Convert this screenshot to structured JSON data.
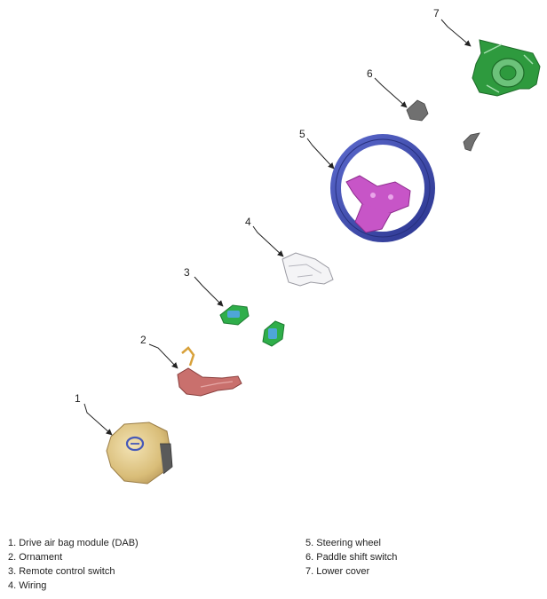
{
  "callouts": [
    "1",
    "2",
    "3",
    "4",
    "5",
    "6",
    "7"
  ],
  "legend": {
    "left": [
      "1. Drive air bag module (DAB)",
      "2. Ornament",
      "3. Remote control switch",
      "4. Wiring"
    ],
    "right": [
      "5. Steering wheel",
      "6. Paddle shift switch",
      "7. Lower cover"
    ]
  },
  "colors": {
    "airbag": "#e2cb8e",
    "ornament": "#c9706d",
    "remote_switch": "#2fae4a",
    "wiring": "#d8d8dc",
    "wheel_rim": "#3f4db2",
    "wheel_spokes": "#c755c7",
    "paddle": "#707070",
    "lower_cover": "#2e9a3e",
    "logo": "#4659b8"
  }
}
